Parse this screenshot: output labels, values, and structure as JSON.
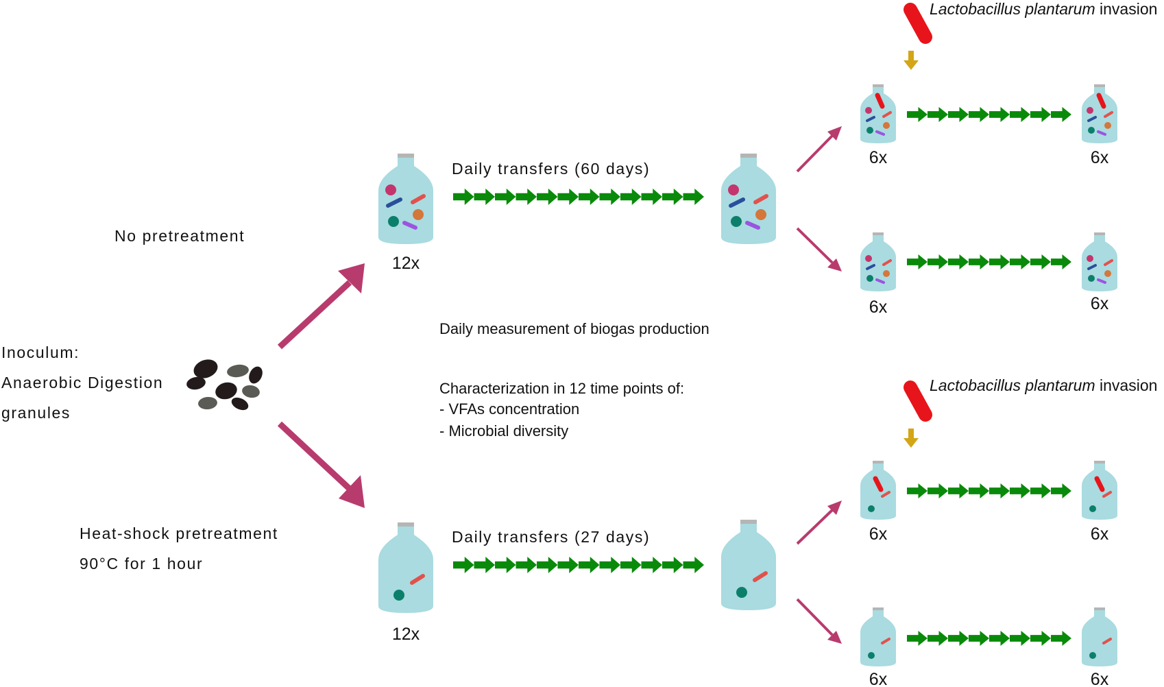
{
  "inoculum": {
    "line1": "Inoculum:",
    "line2": "Anaerobic Digestion",
    "line3": "granules"
  },
  "pretreatments": {
    "none": {
      "label": "No pretreatment"
    },
    "heat": {
      "label": "Heat-shock pretreatment",
      "detail": "90°C for 1 hour"
    }
  },
  "transfers": {
    "top": "Daily transfers (60 days)",
    "bottom": "Daily transfers (27 days)"
  },
  "counts": {
    "initial": "12x",
    "split": "6x"
  },
  "measurement": {
    "biogas": "Daily measurement of biogas production",
    "characterization_title": "Characterization in 12 time points of:",
    "item1": "- VFAs concentration",
    "item2": "- Microbial diversity"
  },
  "invasion": {
    "species": "Lactobacillus plantarum",
    "word": " invasion"
  },
  "colors": {
    "branch_arrow": "#b83b6e",
    "transfer_arrow": "#0a8a0a",
    "bottle_fill": "#a9dbe0",
    "bottle_cap": "#b5b5b5",
    "invasion_arrow": "#d4a516",
    "lactobacillus": "#e8141b",
    "granule_dark": "#231a1c",
    "granule_gray": "#5b5b55"
  }
}
